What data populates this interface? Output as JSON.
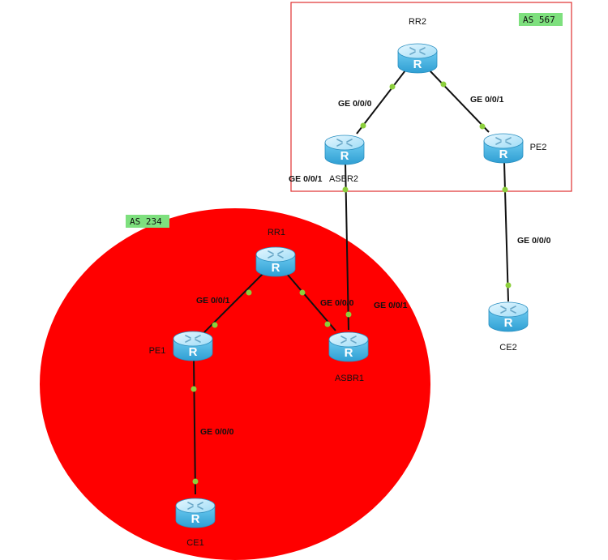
{
  "as_areas": {
    "as567": {
      "label": "AS 567",
      "border_color": "#e03030",
      "tag_color": "#7ee07e"
    },
    "as234": {
      "label": "AS 234",
      "fill_color": "#ff0000",
      "tag_color": "#7ee07e"
    }
  },
  "devices": {
    "rr2": {
      "label": "RR2",
      "icon": "router-icon"
    },
    "asbr2": {
      "label": "ASBR2",
      "icon": "router-icon"
    },
    "pe2": {
      "label": "PE2",
      "icon": "router-icon"
    },
    "ce2": {
      "label": "CE2",
      "icon": "router-icon"
    },
    "rr1": {
      "label": "RR1",
      "icon": "router-icon"
    },
    "pe1": {
      "label": "PE1",
      "icon": "router-icon"
    },
    "asbr1": {
      "label": "ASBR1",
      "icon": "router-icon"
    },
    "ce1": {
      "label": "CE1",
      "icon": "router-icon"
    }
  },
  "ports": {
    "rr2_asbr2": "GE 0/0/0",
    "rr2_pe2": "GE 0/0/1",
    "asbr2_asbr1": "GE 0/0/1",
    "pe2_ce2": "GE 0/0/0",
    "rr1_pe1": "GE 0/0/1",
    "rr1_asbr1": "GE 0/0/0",
    "asbr1_asbr2": "GE 0/0/1",
    "pe1_ce1": "GE 0/0/0"
  },
  "colors": {
    "link": "#111111",
    "port_dot": "#8ccf3c",
    "router_top": "#bfe9fb",
    "router_body": "#4fb8e6",
    "router_dark": "#2a8fc0"
  }
}
